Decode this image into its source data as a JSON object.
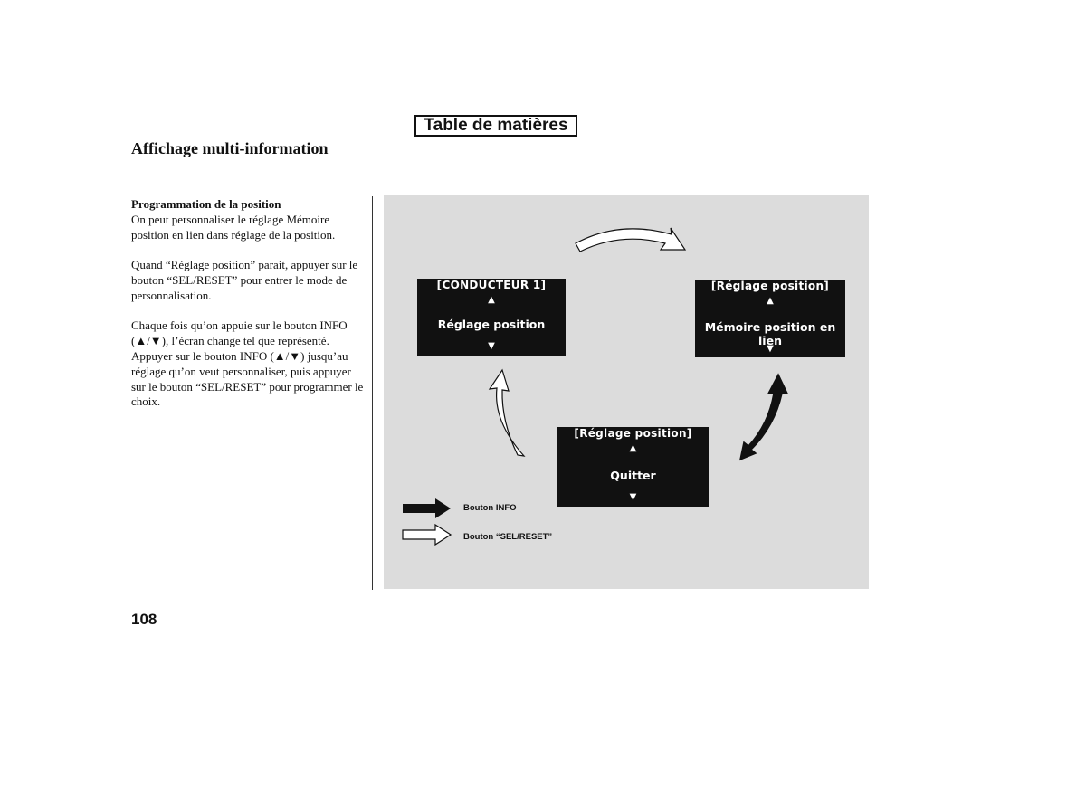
{
  "toc_link": "Table de matières",
  "section_title": "Affichage multi-information",
  "body": {
    "heading": "Programmation de la position",
    "p1": "On peut personnaliser le réglage Mémoire position en lien dans réglage de la position.",
    "p2": "Quand “Réglage position” parait, appuyer sur le bouton “SEL/RESET” pour entrer le mode de personnalisation.",
    "p3": "Chaque fois qu’on appuie sur le bouton INFO (▲/▼), l’écran change tel que représenté. Appuyer sur le bouton INFO (▲/▼) jusqu’au réglage qu’on veut personnaliser, puis appuyer sur le bouton “SEL/RESET” pour programmer le choix."
  },
  "diagram": {
    "screen1": {
      "header": "[CONDUCTEUR 1]",
      "up": "▲",
      "text": "Réglage position",
      "down": "▼"
    },
    "screen2": {
      "header": "[Réglage position]",
      "up": "▲",
      "text": "Mémoire position en lien",
      "down": "▼"
    },
    "screen3": {
      "header": "[Réglage position]",
      "up": "▲",
      "text": "Quitter",
      "down": "▼"
    },
    "legend": {
      "info": "Bouton INFO",
      "sel_reset": "Bouton “SEL/RESET”"
    }
  },
  "page_number": "108"
}
